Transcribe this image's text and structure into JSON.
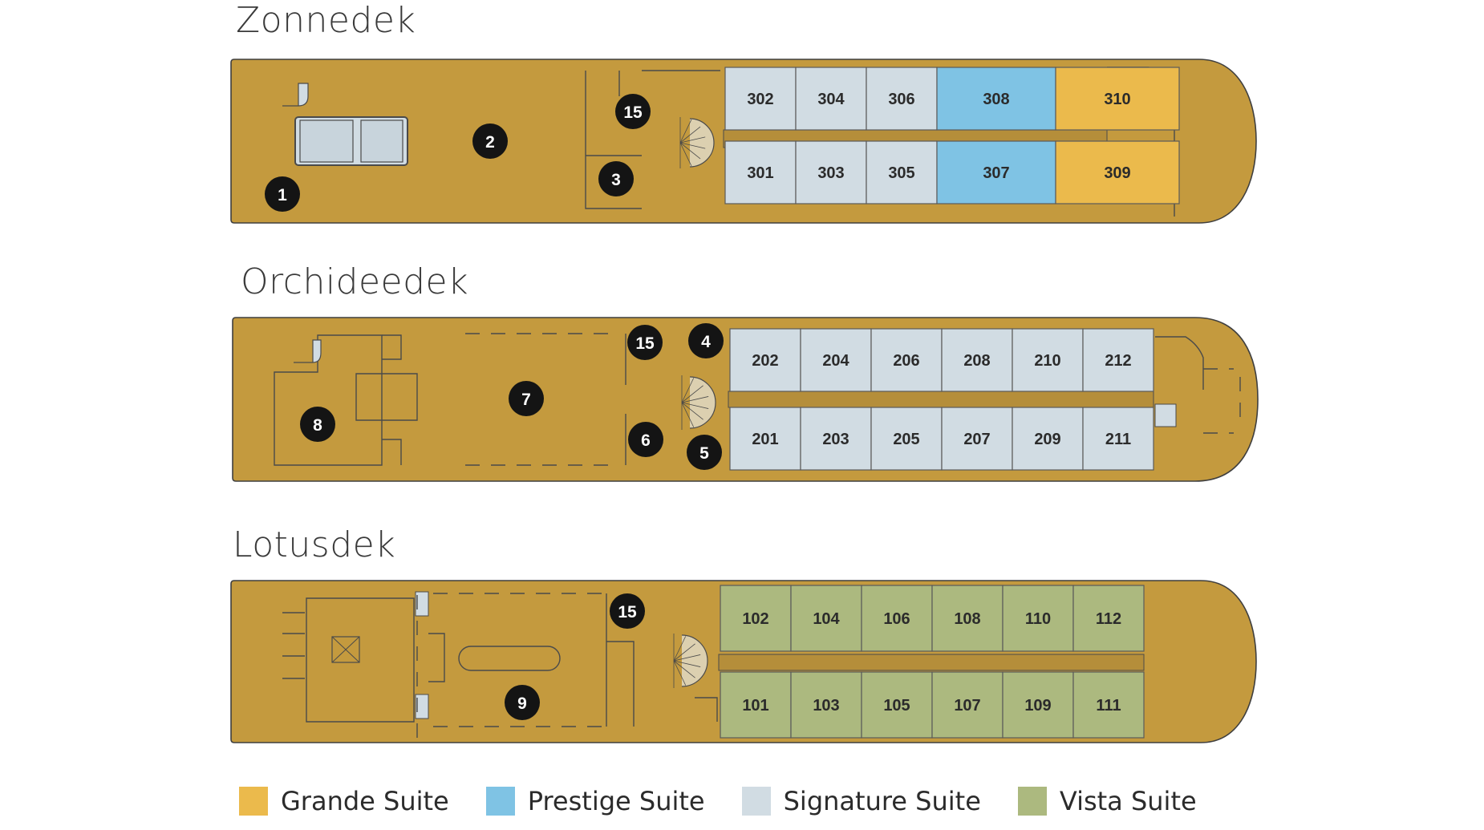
{
  "colors": {
    "hull": "#C49A3E",
    "hull_stroke": "#3f3f3f",
    "grande": "#EBBA4C",
    "prestige": "#7FC3E4",
    "signature": "#D1DCE3",
    "vista": "#ACB97F",
    "marker": "#141414"
  },
  "decks": [
    {
      "id": "zonnedek",
      "title": "Zonnedek",
      "cabins": [
        {
          "number": "302",
          "type": "signature"
        },
        {
          "number": "304",
          "type": "signature"
        },
        {
          "number": "306",
          "type": "signature"
        },
        {
          "number": "308",
          "type": "prestige"
        },
        {
          "number": "310",
          "type": "grande"
        },
        {
          "number": "301",
          "type": "signature"
        },
        {
          "number": "303",
          "type": "signature"
        },
        {
          "number": "305",
          "type": "signature"
        },
        {
          "number": "307",
          "type": "prestige"
        },
        {
          "number": "309",
          "type": "grande"
        }
      ],
      "markers": [
        "1",
        "2",
        "3",
        "15"
      ]
    },
    {
      "id": "orchideedek",
      "title": "Orchideedek",
      "cabins": [
        {
          "number": "202",
          "type": "signature"
        },
        {
          "number": "204",
          "type": "signature"
        },
        {
          "number": "206",
          "type": "signature"
        },
        {
          "number": "208",
          "type": "signature"
        },
        {
          "number": "210",
          "type": "signature"
        },
        {
          "number": "212",
          "type": "signature"
        },
        {
          "number": "201",
          "type": "signature"
        },
        {
          "number": "203",
          "type": "signature"
        },
        {
          "number": "205",
          "type": "signature"
        },
        {
          "number": "207",
          "type": "signature"
        },
        {
          "number": "209",
          "type": "signature"
        },
        {
          "number": "211",
          "type": "signature"
        }
      ],
      "markers": [
        "15",
        "4",
        "7",
        "8",
        "6",
        "5"
      ]
    },
    {
      "id": "lotusdek",
      "title": "Lotusdek",
      "cabins": [
        {
          "number": "102",
          "type": "vista"
        },
        {
          "number": "104",
          "type": "vista"
        },
        {
          "number": "106",
          "type": "vista"
        },
        {
          "number": "108",
          "type": "vista"
        },
        {
          "number": "110",
          "type": "vista"
        },
        {
          "number": "112",
          "type": "vista"
        },
        {
          "number": "101",
          "type": "vista"
        },
        {
          "number": "103",
          "type": "vista"
        },
        {
          "number": "105",
          "type": "vista"
        },
        {
          "number": "107",
          "type": "vista"
        },
        {
          "number": "109",
          "type": "vista"
        },
        {
          "number": "111",
          "type": "vista"
        }
      ],
      "markers": [
        "15",
        "9"
      ]
    }
  ],
  "legend": [
    {
      "label": "Grande Suite",
      "type": "grande"
    },
    {
      "label": "Prestige Suite",
      "type": "prestige"
    },
    {
      "label": "Signature Suite",
      "type": "signature"
    },
    {
      "label": "Vista Suite",
      "type": "vista"
    }
  ]
}
